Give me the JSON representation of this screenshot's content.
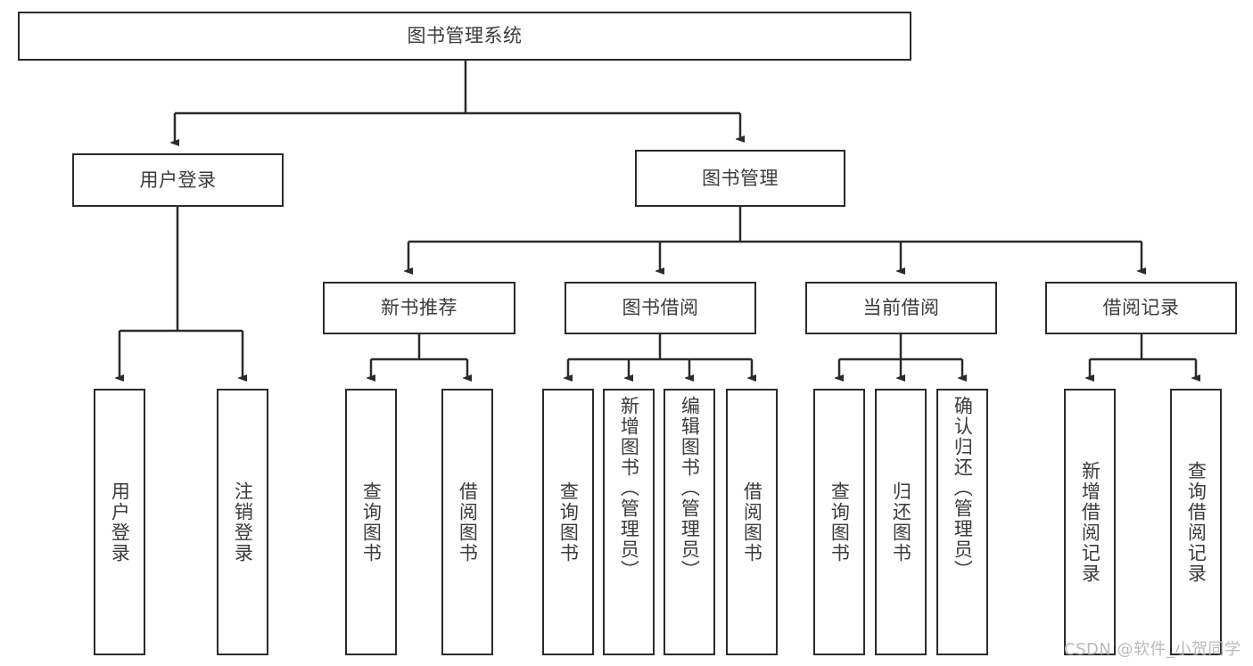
{
  "diagram": {
    "title": "图书管理系统",
    "watermark": "CSDN @软件_小贺同学",
    "line_color": "#2b2b2b",
    "text_color": "#3b3b3b",
    "background": "#ffffff",
    "root": {
      "label": "图书管理系统"
    },
    "level2": [
      {
        "label": "用户登录"
      },
      {
        "label": "图书管理"
      }
    ],
    "level3": [
      {
        "label": "新书推荐"
      },
      {
        "label": "图书借阅"
      },
      {
        "label": "当前借阅"
      },
      {
        "label": "借阅记录"
      }
    ],
    "leaves": {
      "user_login": [
        {
          "label": "用户登录"
        },
        {
          "label": "注销登录"
        }
      ],
      "new_book_recommend": [
        {
          "label": "查询图书"
        },
        {
          "label": "借阅图书"
        }
      ],
      "book_borrow": [
        {
          "label": "查询图书"
        },
        {
          "label": "新增图书（管理员）"
        },
        {
          "label": "编辑图书（管理员）"
        },
        {
          "label": "借阅图书"
        }
      ],
      "current_borrow": [
        {
          "label": "查询图书"
        },
        {
          "label": "归还图书"
        },
        {
          "label": "确认归还（管理员）"
        }
      ],
      "borrow_record": [
        {
          "label": "新增借阅记录"
        },
        {
          "label": "查询借阅记录"
        }
      ]
    }
  }
}
